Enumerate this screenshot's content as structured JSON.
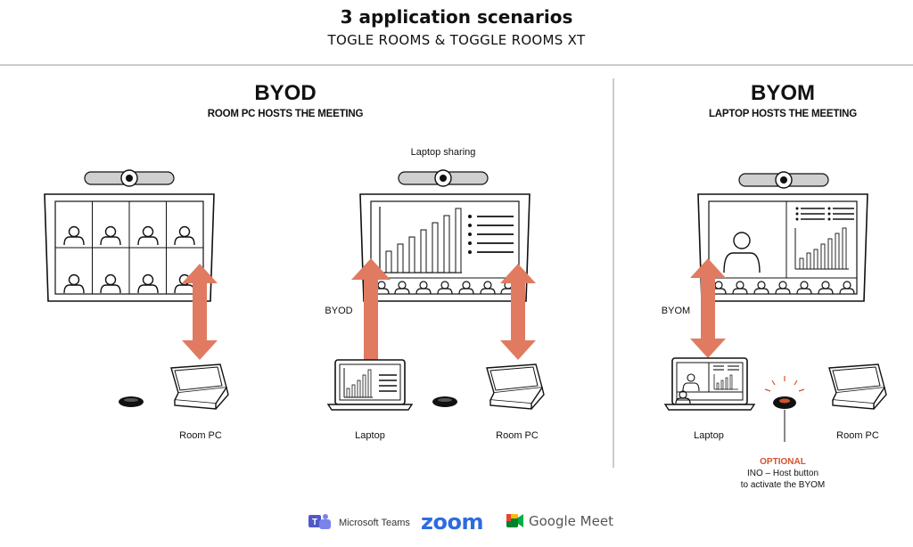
{
  "header": {
    "title": "3 application scenarios",
    "subtitle": "TOGLE ROOMS & TOGGLE ROOMS XT"
  },
  "byod": {
    "heading": "BYOD",
    "subheading": "ROOM PC HOSTS THE MEETING",
    "laptop_sharing_label": "Laptop sharing",
    "byod_label": "BYOD",
    "room_pc_label_1": "Room PC",
    "laptop_label": "Laptop",
    "room_pc_label_2": "Room PC"
  },
  "byom": {
    "heading": "BYOM",
    "subheading": "LAPTOP HOSTS THE MEETING",
    "byom_label": "BYOM",
    "laptop_label": "Laptop",
    "room_pc_label": "Room PC",
    "optional_label": "OPTIONAL",
    "host_button_line1": "INO – Host button",
    "host_button_line2": "to activate the BYOM"
  },
  "footer": {
    "teams_label": "Microsoft Teams",
    "zoom_label": "zoom",
    "meet_label": "Google Meet"
  },
  "colors": {
    "arrow": "#e07b62",
    "accent_red": "#d3532f",
    "line": "#111111",
    "camera_bar": "#cfcfcf",
    "zoom_blue": "#2d6cdf"
  }
}
